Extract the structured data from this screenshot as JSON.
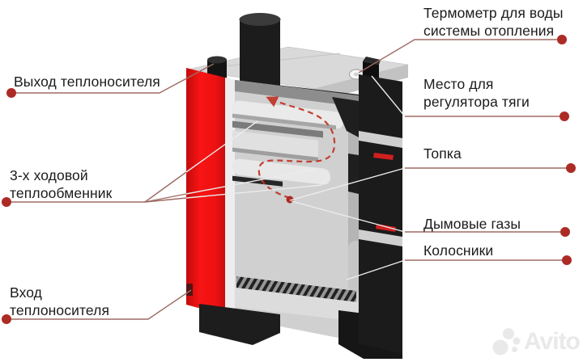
{
  "diagram": {
    "labels": {
      "coolant_outlet": "Выход теплоносителя",
      "thermometer": "Термометр для воды\nсистемы отопления",
      "draft_regulator": "Место для\nрегулятора тяги",
      "heat_exchanger": "3-х ходовой\nтеплообменник",
      "firebox": "Топка",
      "flue_gases": "Дымовые газы",
      "grates": "Колосники",
      "coolant_inlet": "Вход\nтеплоносителя"
    },
    "colors": {
      "boiler_red": "#ee1111",
      "body_dark": "#1e1e1e",
      "body_gray": "#d2d2d2",
      "callout_dot": "#ad2b25",
      "callout_line": "#9d6b63",
      "flue_arrow": "#c0392b"
    }
  },
  "watermark": {
    "text": "Avito"
  }
}
